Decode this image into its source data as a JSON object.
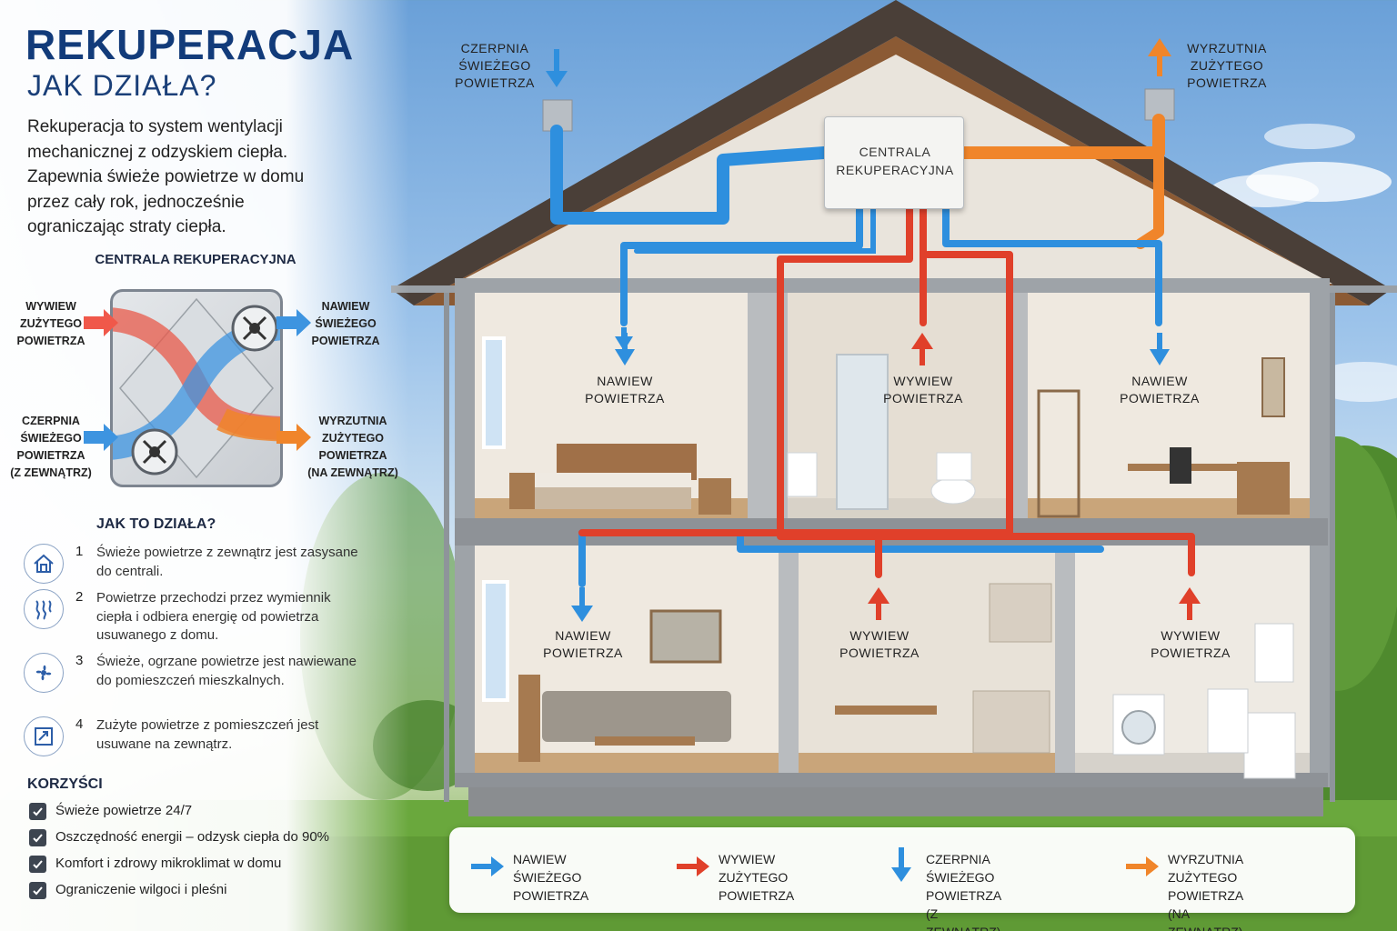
{
  "colors": {
    "fresh_air": "#2e8fde",
    "exhaust_air": "#e0402a",
    "outside_air_out": "#f0852a",
    "title": "#123b7a"
  },
  "header": {
    "title": "REKUPERACJA",
    "subtitle": "JAK DZIAŁA?",
    "intro": "Rekuperacja to system wentylacji mechanicznej z odzyskiem ciepła. Zapewnia świeże powietrze w domu przez cały rok, jednocześnie ograniczając straty ciepła."
  },
  "unit_diagram": {
    "title": "CENTRALA REKUPERACYJNA",
    "labels": {
      "top_left": "WYWIEW\nZUŻYTEGO\nPOWIETRZA",
      "top_right": "NAWIEW\nŚWIEŻEGO\nPOWIETRZA",
      "bottom_left": "CZERPNIA\nŚWIEŻEGO\nPOWIETRZA\n(Z ZEWNĄTRZ)",
      "bottom_right": "WYRZUTNIA\nZUŻYTEGO\nPOWIETRZA\n(NA ZEWNĄTRZ)"
    }
  },
  "how_it_works": {
    "title": "JAK TO DZIAŁA?",
    "steps": [
      {
        "num": "1",
        "icon": "house-icon",
        "text": "Świeże powietrze z zewnątrz jest zasysane do centrali."
      },
      {
        "num": "2",
        "icon": "heat-waves-icon",
        "text": "Powietrze przechodzi przez wymiennik ciepła i odbiera energię od powietrza usuwanego z domu."
      },
      {
        "num": "3",
        "icon": "fan-icon",
        "text": "Świeże, ogrzane powietrze jest nawiewane do pomieszczeń mieszkalnych."
      },
      {
        "num": "4",
        "icon": "exhaust-icon",
        "text": "Zużyte powietrze z pomieszczeń jest usuwane na zewnątrz."
      }
    ]
  },
  "benefits": {
    "title": "KORZYŚCI",
    "items": [
      "Świeże powietrze 24/7",
      "Oszczędność energii – odzysk ciepła do 90%",
      "Komfort i zdrowy mikroklimat w domu",
      "Ograniczenie wilgoci i pleśni"
    ]
  },
  "house": {
    "intake": "CZERPNIA\nŚWIEŻEGO\nPOWIETRZA",
    "outlet": "WYRZUTNIA\nZUŻYTEGO\nPOWIETRZA",
    "central_unit": "CENTRALA\nREKUPERACYJNA",
    "rooms": [
      {
        "name": "bedroom",
        "label": "NAWIEW\nPOWIETRZA",
        "flow": "supply"
      },
      {
        "name": "bathroom",
        "label": "WYWIEW\nPOWIETRZA",
        "flow": "extract"
      },
      {
        "name": "office",
        "label": "NAWIEW\nPOWIETRZA",
        "flow": "supply"
      },
      {
        "name": "living-room",
        "label": "NAWIEW\nPOWIETRZA",
        "flow": "supply"
      },
      {
        "name": "kitchen",
        "label": "WYWIEW\nPOWIETRZA",
        "flow": "extract"
      },
      {
        "name": "laundry",
        "label": "WYWIEW\nPOWIETRZA",
        "flow": "extract"
      }
    ]
  },
  "legend": [
    {
      "icon": "arrow-right-blue",
      "text": "NAWIEW ŚWIEŻEGO\nPOWIETRZA"
    },
    {
      "icon": "arrow-right-red",
      "text": "WYWIEW ZUŻYTEGO\nPOWIETRZA"
    },
    {
      "icon": "arrow-down-blue",
      "text": "CZERPNIA ŚWIEŻEGO\nPOWIETRZA (Z ZEWNĄTRZ)"
    },
    {
      "icon": "arrow-right-orange",
      "text": "WYRZUTNIA ZUŻYTEGO\nPOWIETRZA (NA ZEWNĄTRZ)"
    }
  ]
}
